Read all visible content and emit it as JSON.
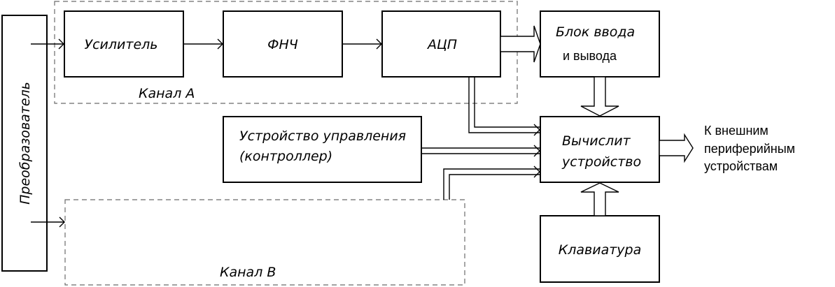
{
  "blocks": {
    "converter": "Преобразователь",
    "amplifier": "Усилитель",
    "lowpass_filter": "ФНЧ",
    "adc": "АЦП",
    "io_unit": [
      "Блок ввода",
      "и вывода"
    ],
    "controller": [
      "Устройство управления",
      "(контроллер)"
    ],
    "computing_device": [
      "Вычислит",
      "устройство"
    ],
    "keyboard": "Клавиатура"
  },
  "groups": {
    "channel_a": "Канал А",
    "channel_b": "Канал В"
  },
  "outputs": {
    "external_devices": [
      "К внешним",
      "периферийным",
      "устройствам"
    ]
  }
}
